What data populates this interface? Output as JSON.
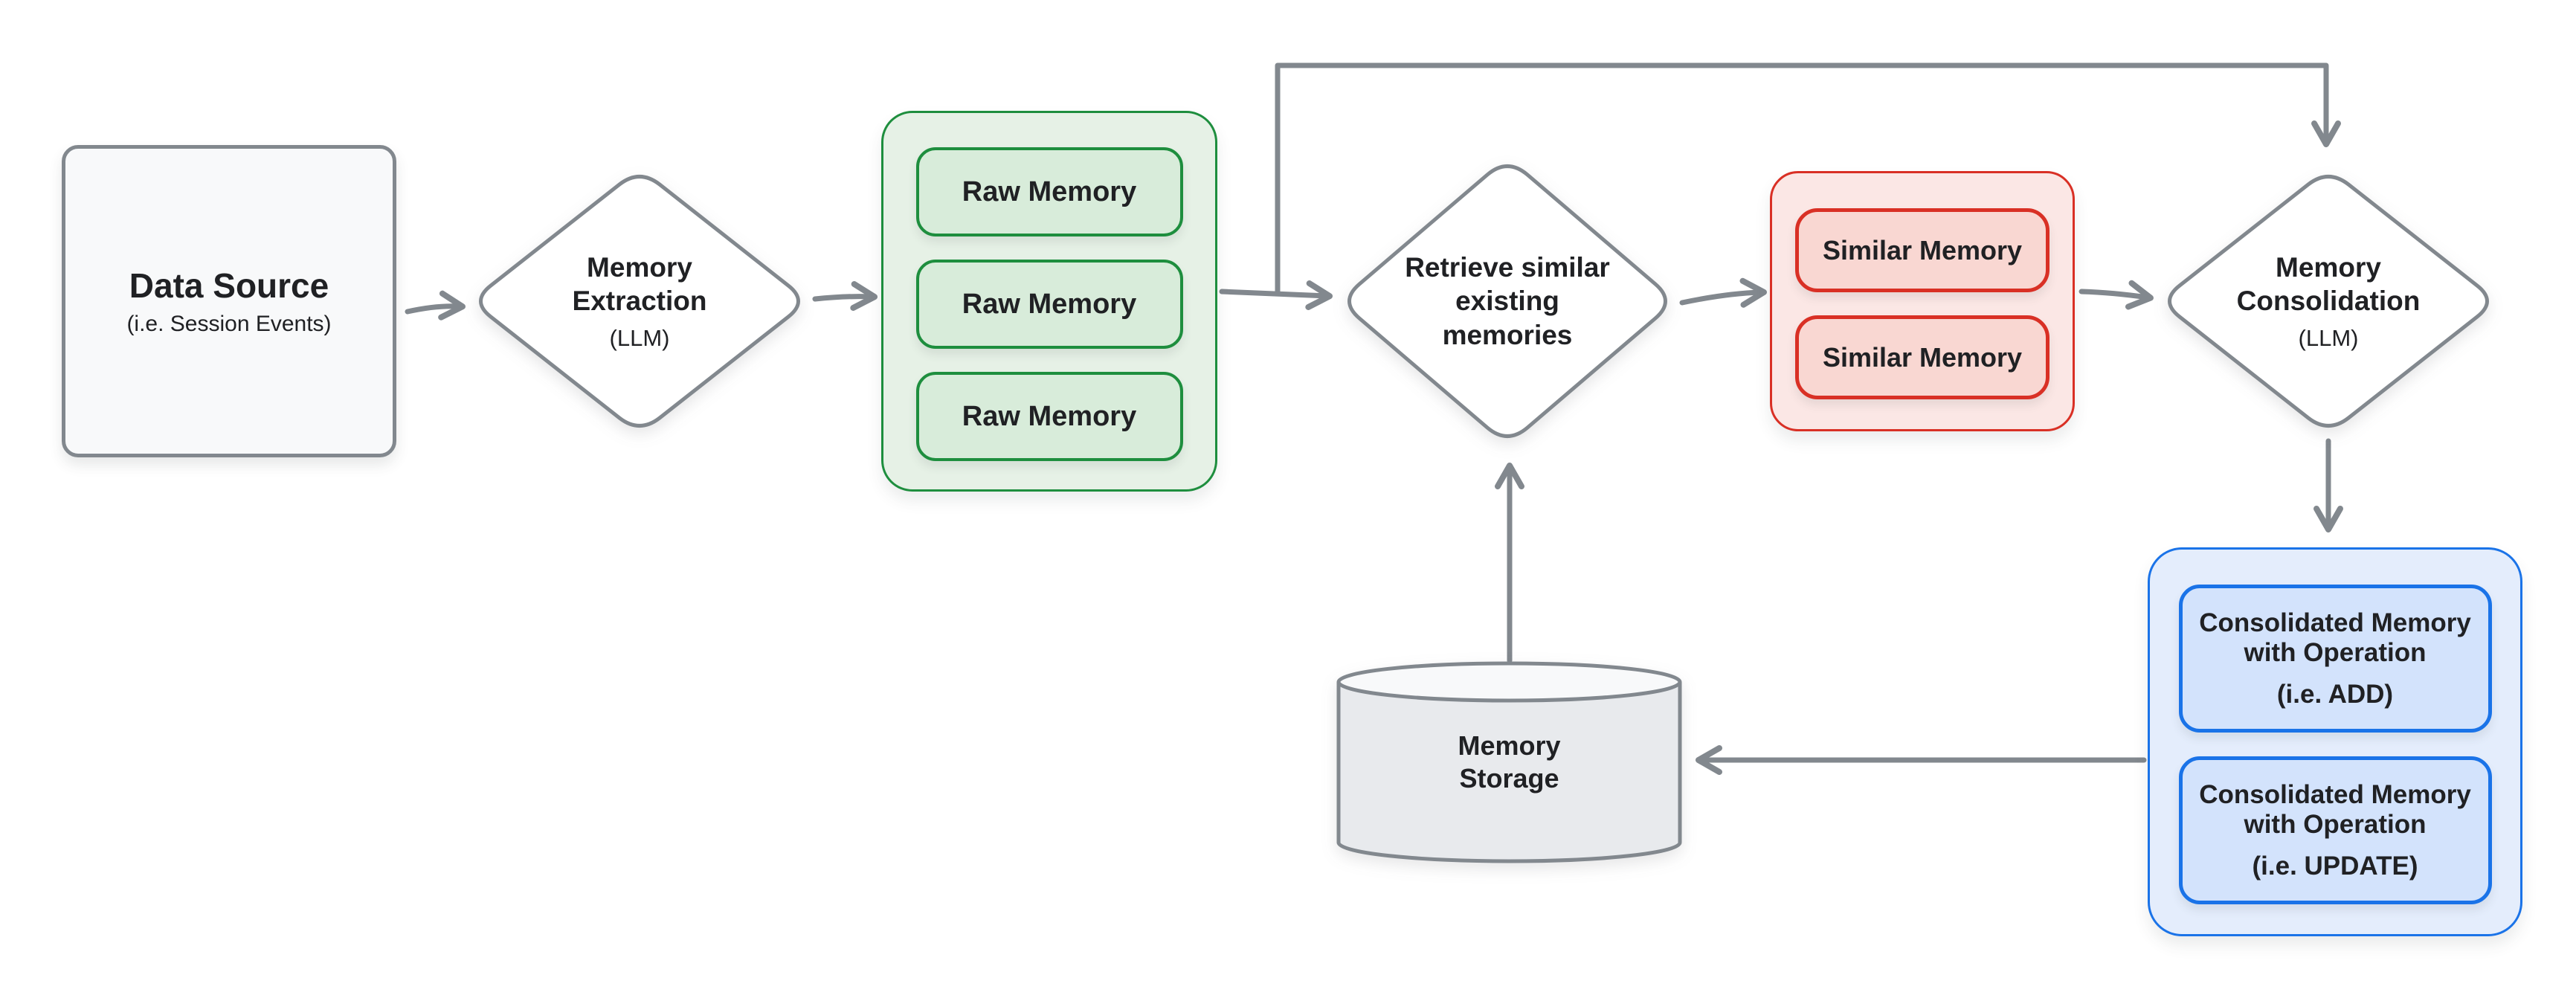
{
  "diagram": {
    "background": "#FFFFFF",
    "connector_color": "#82888E",
    "nodes": {
      "data_source": {
        "title": "Data Source",
        "subtitle": "(i.e. Session Events)",
        "fill": "#F8F9FA",
        "border": "#82888E"
      },
      "memory_extraction": {
        "title": "Memory\nExtraction",
        "subtitle": "(LLM)",
        "fill": "#FFFFFF",
        "border": "#82888E"
      },
      "raw_memory_group": {
        "items": [
          "Raw Memory",
          "Raw Memory",
          "Raw Memory"
        ],
        "fill": "#E6F1E6",
        "item_fill": "#D8ECDA",
        "border": "#1E8E3E"
      },
      "retrieve_similar": {
        "title": "Retrieve similar\nexisting\nmemories",
        "fill": "#FFFFFF",
        "border": "#82888E"
      },
      "similar_memory_group": {
        "items": [
          "Similar Memory",
          "Similar Memory"
        ],
        "fill": "#FBE7E5",
        "item_fill": "#F9D7D2",
        "border": "#D93025"
      },
      "memory_consolidation": {
        "title": "Memory\nConsolidation",
        "subtitle": "(LLM)",
        "fill": "#FFFFFF",
        "border": "#82888E"
      },
      "consolidated_group": {
        "fill": "#E4EDFC",
        "item_fill": "#D3E3FC",
        "border": "#1A73E8",
        "items": [
          {
            "title": "Consolidated Memory\nwith Operation",
            "subtitle": "(i.e. ADD)"
          },
          {
            "title": "Consolidated Memory\nwith Operation",
            "subtitle": "(i.e. UPDATE)"
          }
        ]
      },
      "memory_storage": {
        "title": "Memory\nStorage",
        "fill": "#E8EAED",
        "top_fill": "#F8F9FA",
        "border": "#82888E"
      }
    },
    "edges": [
      {
        "from": "data_source",
        "to": "memory_extraction"
      },
      {
        "from": "memory_extraction",
        "to": "raw_memory_group"
      },
      {
        "from": "raw_memory_group",
        "to": "retrieve_similar"
      },
      {
        "from": "raw_memory_group",
        "to": "memory_consolidation",
        "route": "top feedback rail"
      },
      {
        "from": "retrieve_similar",
        "to": "similar_memory_group"
      },
      {
        "from": "similar_memory_group",
        "to": "memory_consolidation"
      },
      {
        "from": "memory_consolidation",
        "to": "consolidated_group"
      },
      {
        "from": "consolidated_group",
        "to": "memory_storage"
      },
      {
        "from": "memory_storage",
        "to": "retrieve_similar"
      }
    ]
  }
}
